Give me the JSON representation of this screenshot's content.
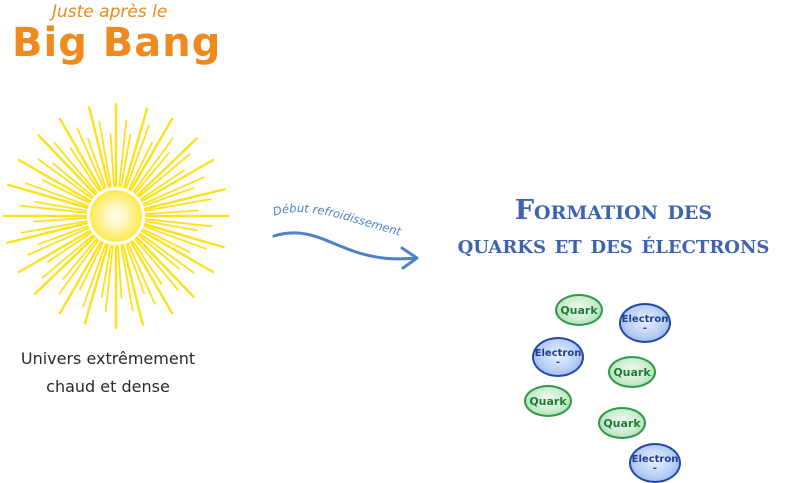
{
  "header": {
    "subtitle": "Juste après le",
    "title": "Big Bang"
  },
  "left": {
    "caption_line1": "Univers extrêmement",
    "caption_line2": "chaud et dense"
  },
  "transition": {
    "label": "Début refroidissement"
  },
  "right": {
    "heading_line1": "Formation des",
    "heading_line2": "quarks et des électrons",
    "particles": [
      {
        "type": "quark",
        "label": "Quark"
      },
      {
        "type": "electron",
        "label": "Electron",
        "charge": "-"
      },
      {
        "type": "electron",
        "label": "Electron",
        "charge": "-"
      },
      {
        "type": "quark",
        "label": "Quark"
      },
      {
        "type": "quark",
        "label": "Quark"
      },
      {
        "type": "quark",
        "label": "Quark"
      },
      {
        "type": "electron",
        "label": "Electron",
        "charge": "-"
      }
    ]
  },
  "colors": {
    "title": "#ef8a1e",
    "sun_ray": "#ffe11a",
    "sun_core": "#fff3a8",
    "heading": "#3d64b0",
    "arrow": "#4f80c8",
    "quark_border": "#2f9a4a",
    "electron_border": "#2248a8"
  }
}
